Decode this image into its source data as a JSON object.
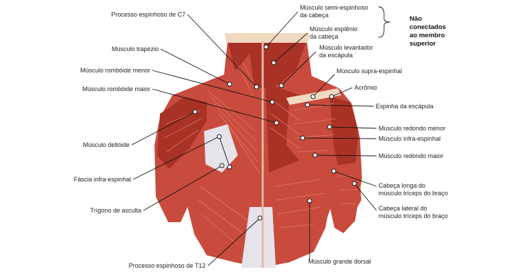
{
  "labels": {
    "processo_c7": "Processo espinhoso de C7",
    "trapezio": "Músculo trapézio",
    "romboide_menor": "Músculo rombóide menor",
    "romboide_maior": "Músculo rombóide maior",
    "deltoide": "Músculo deltóide",
    "fascia": "Fáscia infra-espinhal",
    "trigono": "Trígono de asculta",
    "processo_t12": "Processo espinhoso de T12",
    "semi_1": "Músculo semi-espinhoso",
    "semi_2": "da cabeça",
    "esplenio_1": "Músculo esplênio",
    "esplenio_2": "da cabeça",
    "levantador_1": "Músculo levantador",
    "levantador_2": "da escápula",
    "supra": "Músculo supra-espinhal",
    "acromio": "Acrômio",
    "espinha": "Espinha da escápula",
    "redondo_menor": "Músculo redondo menor",
    "infra": "Músculo infra-espinhal",
    "redondo_maior": "Músculo redondo maior",
    "triceps_longa_1": "Cabeça longa do",
    "triceps_longa_2": "músculo tríceps do braço",
    "triceps_lateral_1": "Cabeça lateral do",
    "triceps_lateral_2": "músculo tríceps do braço",
    "grande_dorsal": "Músculo grande dorsal"
  },
  "bracket_note": [
    "Não",
    "conectados",
    "ao membro",
    "superior"
  ]
}
